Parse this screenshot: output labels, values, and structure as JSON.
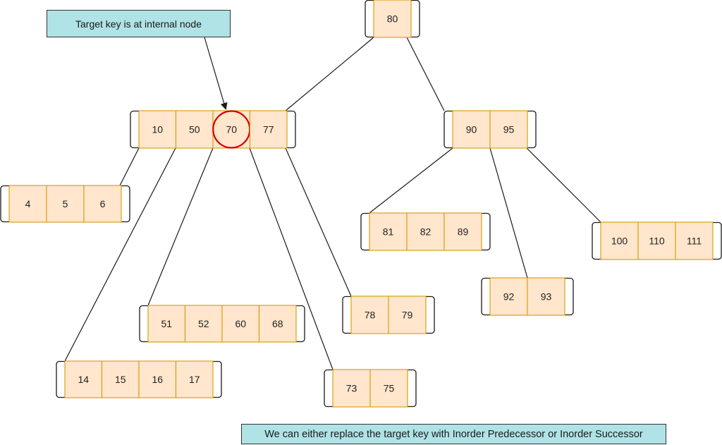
{
  "colors": {
    "node_fill": "#ffe6cc",
    "node_border": "#d79b00",
    "bracket": "#1a1a1a",
    "edge": "#1a1a1a",
    "highlight": "#d00000",
    "callout_fill": "#b0e3e6",
    "callout_border": "#333333"
  },
  "callouts": {
    "top": "Target key is at internal node",
    "bottom": "We can either replace the target key with Inorder Predecessor or Inorder Successor"
  },
  "nodes": [
    {
      "id": "root",
      "keys": [
        "80"
      ]
    },
    {
      "id": "left-internal",
      "keys": [
        "10",
        "50",
        "70",
        "77"
      ],
      "highlight_key": "70"
    },
    {
      "id": "right-internal",
      "keys": [
        "90",
        "95"
      ]
    },
    {
      "id": "leaf-4-5-6",
      "keys": [
        "4",
        "5",
        "6"
      ]
    },
    {
      "id": "leaf-14-17",
      "keys": [
        "14",
        "15",
        "16",
        "17"
      ]
    },
    {
      "id": "leaf-51-68",
      "keys": [
        "51",
        "52",
        "60",
        "68"
      ]
    },
    {
      "id": "leaf-73-75",
      "keys": [
        "73",
        "75"
      ]
    },
    {
      "id": "leaf-78-79",
      "keys": [
        "78",
        "79"
      ]
    },
    {
      "id": "leaf-81-89",
      "keys": [
        "81",
        "82",
        "89"
      ]
    },
    {
      "id": "leaf-92-93",
      "keys": [
        "92",
        "93"
      ]
    },
    {
      "id": "leaf-100-111",
      "keys": [
        "100",
        "110",
        "111"
      ]
    }
  ],
  "edges": [
    {
      "from": "root",
      "to": "left-internal"
    },
    {
      "from": "root",
      "to": "right-internal"
    },
    {
      "from": "left-internal",
      "to": "leaf-4-5-6"
    },
    {
      "from": "left-internal",
      "to": "leaf-14-17"
    },
    {
      "from": "left-internal",
      "to": "leaf-51-68"
    },
    {
      "from": "left-internal",
      "to": "leaf-73-75"
    },
    {
      "from": "left-internal",
      "to": "leaf-78-79"
    },
    {
      "from": "right-internal",
      "to": "leaf-81-89"
    },
    {
      "from": "right-internal",
      "to": "leaf-92-93"
    },
    {
      "from": "right-internal",
      "to": "leaf-100-111"
    }
  ]
}
